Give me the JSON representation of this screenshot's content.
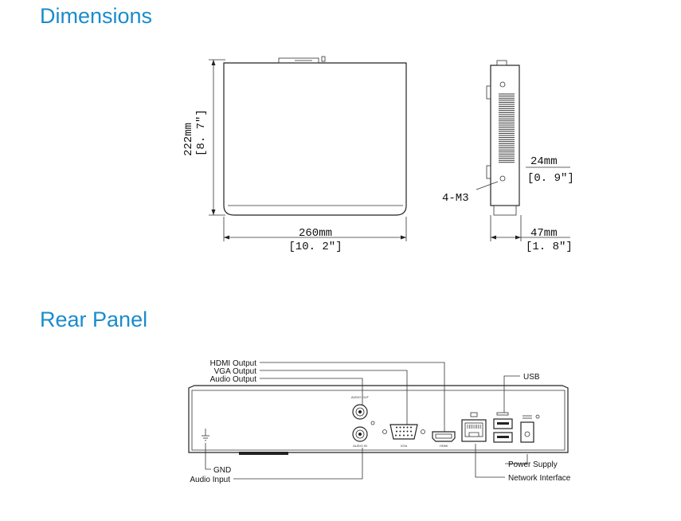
{
  "sections": {
    "dimensions_title": "Dimensions",
    "rear_panel_title": "Rear Panel"
  },
  "dimensions": {
    "height_mm": "222mm",
    "height_in": "[8. 7\"]",
    "width_mm": "260mm",
    "width_in": "[10. 2\"]",
    "thickness_mm": "24mm",
    "thickness_in": "[0. 9\"]",
    "depth_mm": "47mm",
    "depth_in": "[1. 8\"]",
    "screw_label": "4-M3"
  },
  "rear_panel": {
    "callouts": {
      "hdmi_output": "HDMI Output",
      "vga_output": "VGA Output",
      "audio_output": "Audio Output",
      "usb": "USB",
      "gnd": "GND",
      "audio_input": "Audio Input",
      "power_supply": "Power Supply",
      "network_interface": "Network Interface"
    },
    "port_marks": {
      "audio_out": "AUDIO OUT",
      "audio_in": "AUDIO IN",
      "vga": "VGA",
      "hdmi": "HDMI"
    }
  }
}
